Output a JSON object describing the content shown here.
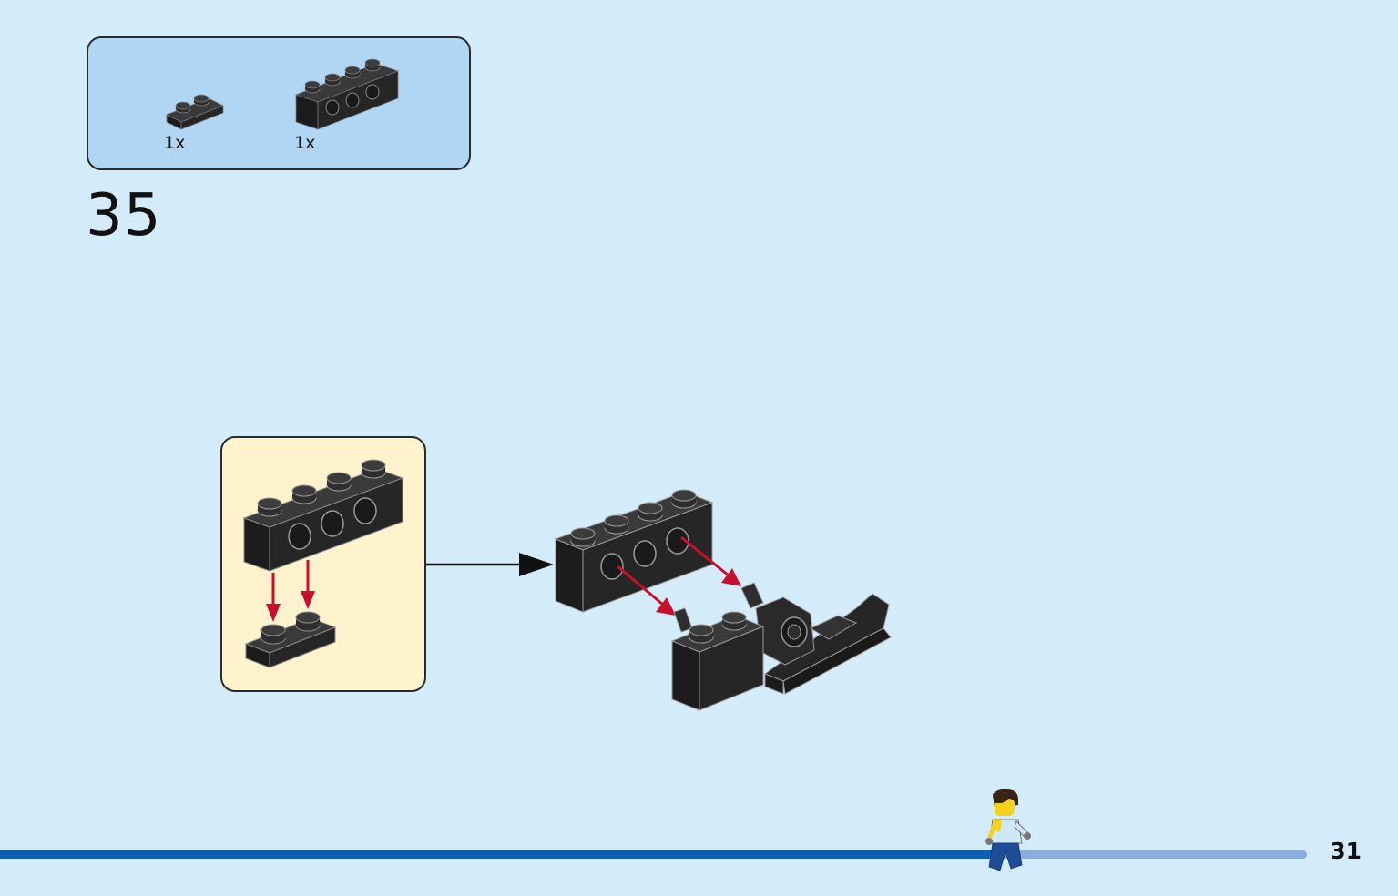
{
  "parts_list": {
    "items": [
      {
        "name": "plate-1x2",
        "qty": "1x",
        "color": "#2a2a2a"
      },
      {
        "name": "technic-brick-1x4",
        "qty": "1x",
        "color": "#2a2a2a"
      }
    ]
  },
  "step": {
    "number": "35"
  },
  "footer": {
    "page_number": "31",
    "progress": 0.76
  },
  "colors": {
    "background": "#d4ebfa",
    "parts_box": "#b0d6f4",
    "sub_box": "#fef3cc",
    "brick": "#2a2a2a",
    "arrow_red": "#c8102e",
    "progress_fill": "#0a5fb0",
    "progress_track": "#8aaddc"
  },
  "icons": {
    "minifigure": "minifigure-icon"
  }
}
